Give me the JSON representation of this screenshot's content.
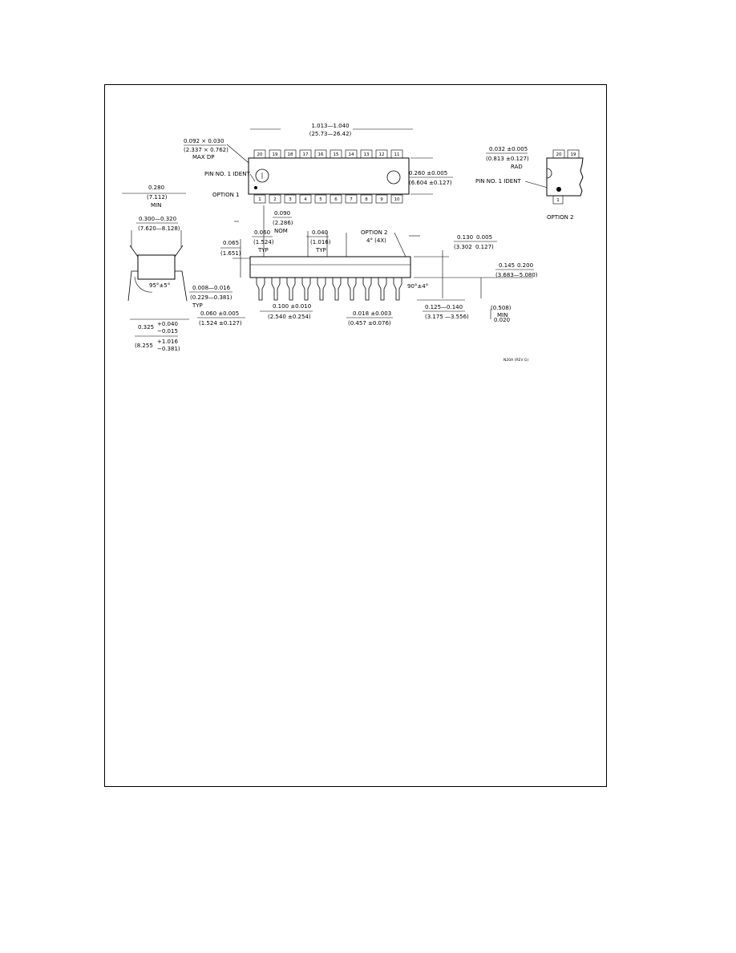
{
  "drawing": {
    "top_view": {
      "length_in": "1.013—1.040",
      "length_mm": "(25.73—26.42)",
      "corner_in": "0.092 × 0.030",
      "corner_mm": "(2.337 × 0.762)",
      "corner_note": "MAX DP",
      "pin1_label": "PIN NO. 1 IDENT",
      "option1_label": "OPTION 1",
      "width_in": "0.260 ±0.005",
      "width_mm": "(6.604 ±0.127)",
      "top_pins": [
        "20",
        "19",
        "18",
        "17",
        "16",
        "15",
        "14",
        "13",
        "12",
        "11"
      ],
      "bottom_pins": [
        "1",
        "2",
        "3",
        "4",
        "5",
        "6",
        "7",
        "8",
        "9",
        "10"
      ]
    },
    "option2_view": {
      "rad_in": "0.032 ±0.005",
      "rad_mm": "(0.813 ±0.127)",
      "rad_note": "RAD",
      "pin1_label": "PIN NO. 1 IDENT",
      "label": "OPTION 2",
      "top_pins": [
        "20",
        "19"
      ],
      "bottom_pin": "1"
    },
    "end_view": {
      "min_in": "0.280",
      "min_mm": "(7.112)",
      "min_note": "MIN",
      "row_in": "0.300—0.320",
      "row_mm": "(7.620—8.128)",
      "angle": "95°±5°",
      "lead_in": "0.008—0.016",
      "lead_mm": "(0.229—0.381)",
      "lead_note": "TYP",
      "spread_in": "0.325",
      "spread_in_tol_plus": "+0.040",
      "spread_in_tol_minus": "−0.015",
      "spread_mm": "(8.255",
      "spread_mm_tol_plus": "+1.016",
      "spread_mm_tol_minus": "−0.381)"
    },
    "side_view": {
      "shoulder_in": "0.065",
      "shoulder_mm": "(1.651)",
      "nom_in": "0.090",
      "nom_mm": "(2.286)",
      "nom_note": "NOM",
      "tip_in": "0.060",
      "tip_mm": "(1.524)",
      "tip_note": "TYP",
      "gap_in": "0.040",
      "gap_mm": "(1.016)",
      "gap_note": "TYP",
      "option2_label": "OPTION 2",
      "option2_angle": "4° (4X)",
      "height_in": "0.130",
      "height_tol": "0.005",
      "height_mm": "(3.302",
      "height_mm_tol": "0.127)",
      "seat_in": "0.145",
      "seat_in_max": "0.200",
      "seat_mm": "(3.683—5.080)",
      "bevel": "90°±4°",
      "standoff_in": "0.020",
      "standoff_mm": "(0.508)",
      "standoff_note": "MIN",
      "wide_lead_in": "0.060 ±0.005",
      "wide_lead_mm": "(1.524 ±0.127)",
      "pitch_in": "0.100 ±0.010",
      "pitch_mm": "(2.540 ±0.254)",
      "lead_w_in": "0.018 ±0.003",
      "lead_w_mm": "(0.457 ±0.076)",
      "lead_len_in": "0.125—0.140",
      "lead_len_mm": "(3.175 —3.556)"
    },
    "ref_code": "N20A (REV G)"
  }
}
